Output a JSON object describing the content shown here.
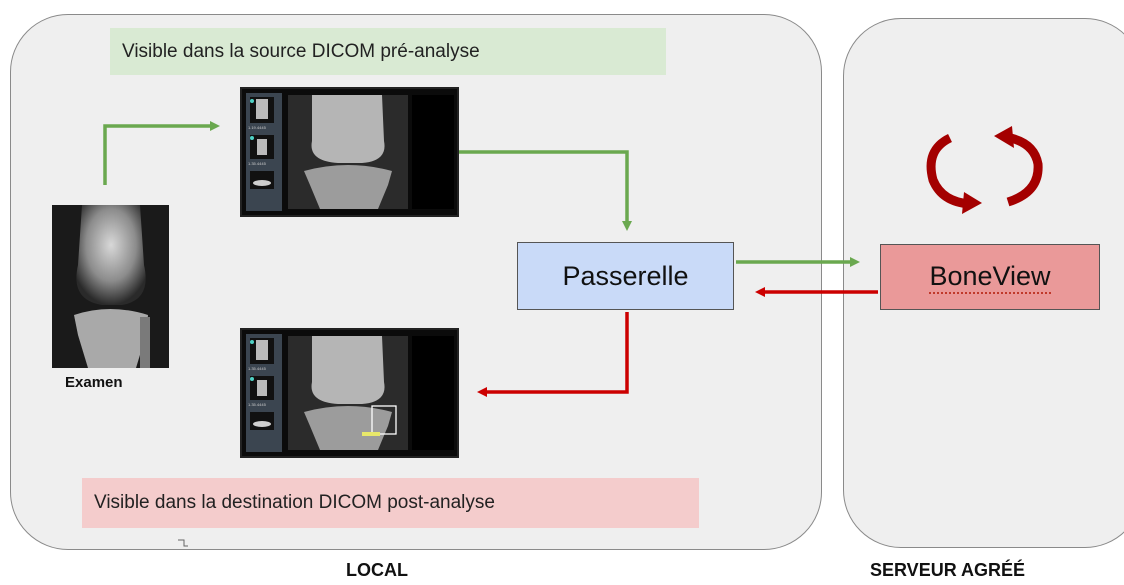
{
  "notes": {
    "source": "Visible dans la source DICOM pré-analyse",
    "destination": "Visible dans la destination DICOM post-analyse"
  },
  "labels": {
    "local": "LOCAL",
    "server": "SERVEUR AGRÉÉ",
    "exam": "Examen"
  },
  "boxes": {
    "passerelle": "Passerelle",
    "boneview": "BoneView"
  },
  "colors": {
    "green_arrow": "#6aa84f",
    "red_arrow": "#cc0000"
  },
  "viewer_thumbnails": {
    "source": [
      "1.19.4445",
      "1.35.4445"
    ],
    "destination": [
      "1.35.4445",
      "1.35.4445"
    ]
  }
}
